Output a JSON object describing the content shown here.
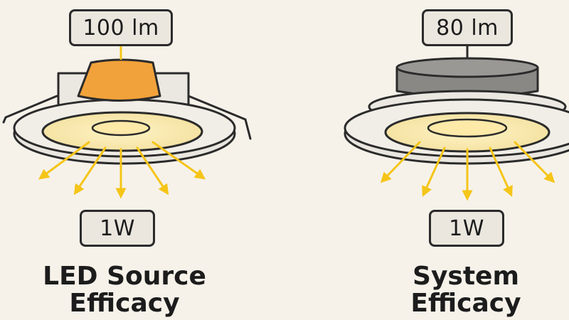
{
  "left_panel": {
    "lumen_label": "100 lm",
    "power_label": "1W",
    "title_line1": "LED Source",
    "title_line2": "Efficacy"
  },
  "right_panel": {
    "lumen_label": "80 lm",
    "power_label": "1W",
    "title_line1": "System",
    "title_line2": "Efficacy"
  },
  "colors": {
    "background": "#f6f2ea",
    "led_orange": "#f2a23a",
    "housing_gray": "#8a8884",
    "light_yellow": "#f5c518",
    "outline": "#2b2b2b"
  },
  "icons": [
    "downlight-with-bare-led-icon",
    "downlight-with-housing-icon",
    "light-ray-arrow-icon"
  ]
}
